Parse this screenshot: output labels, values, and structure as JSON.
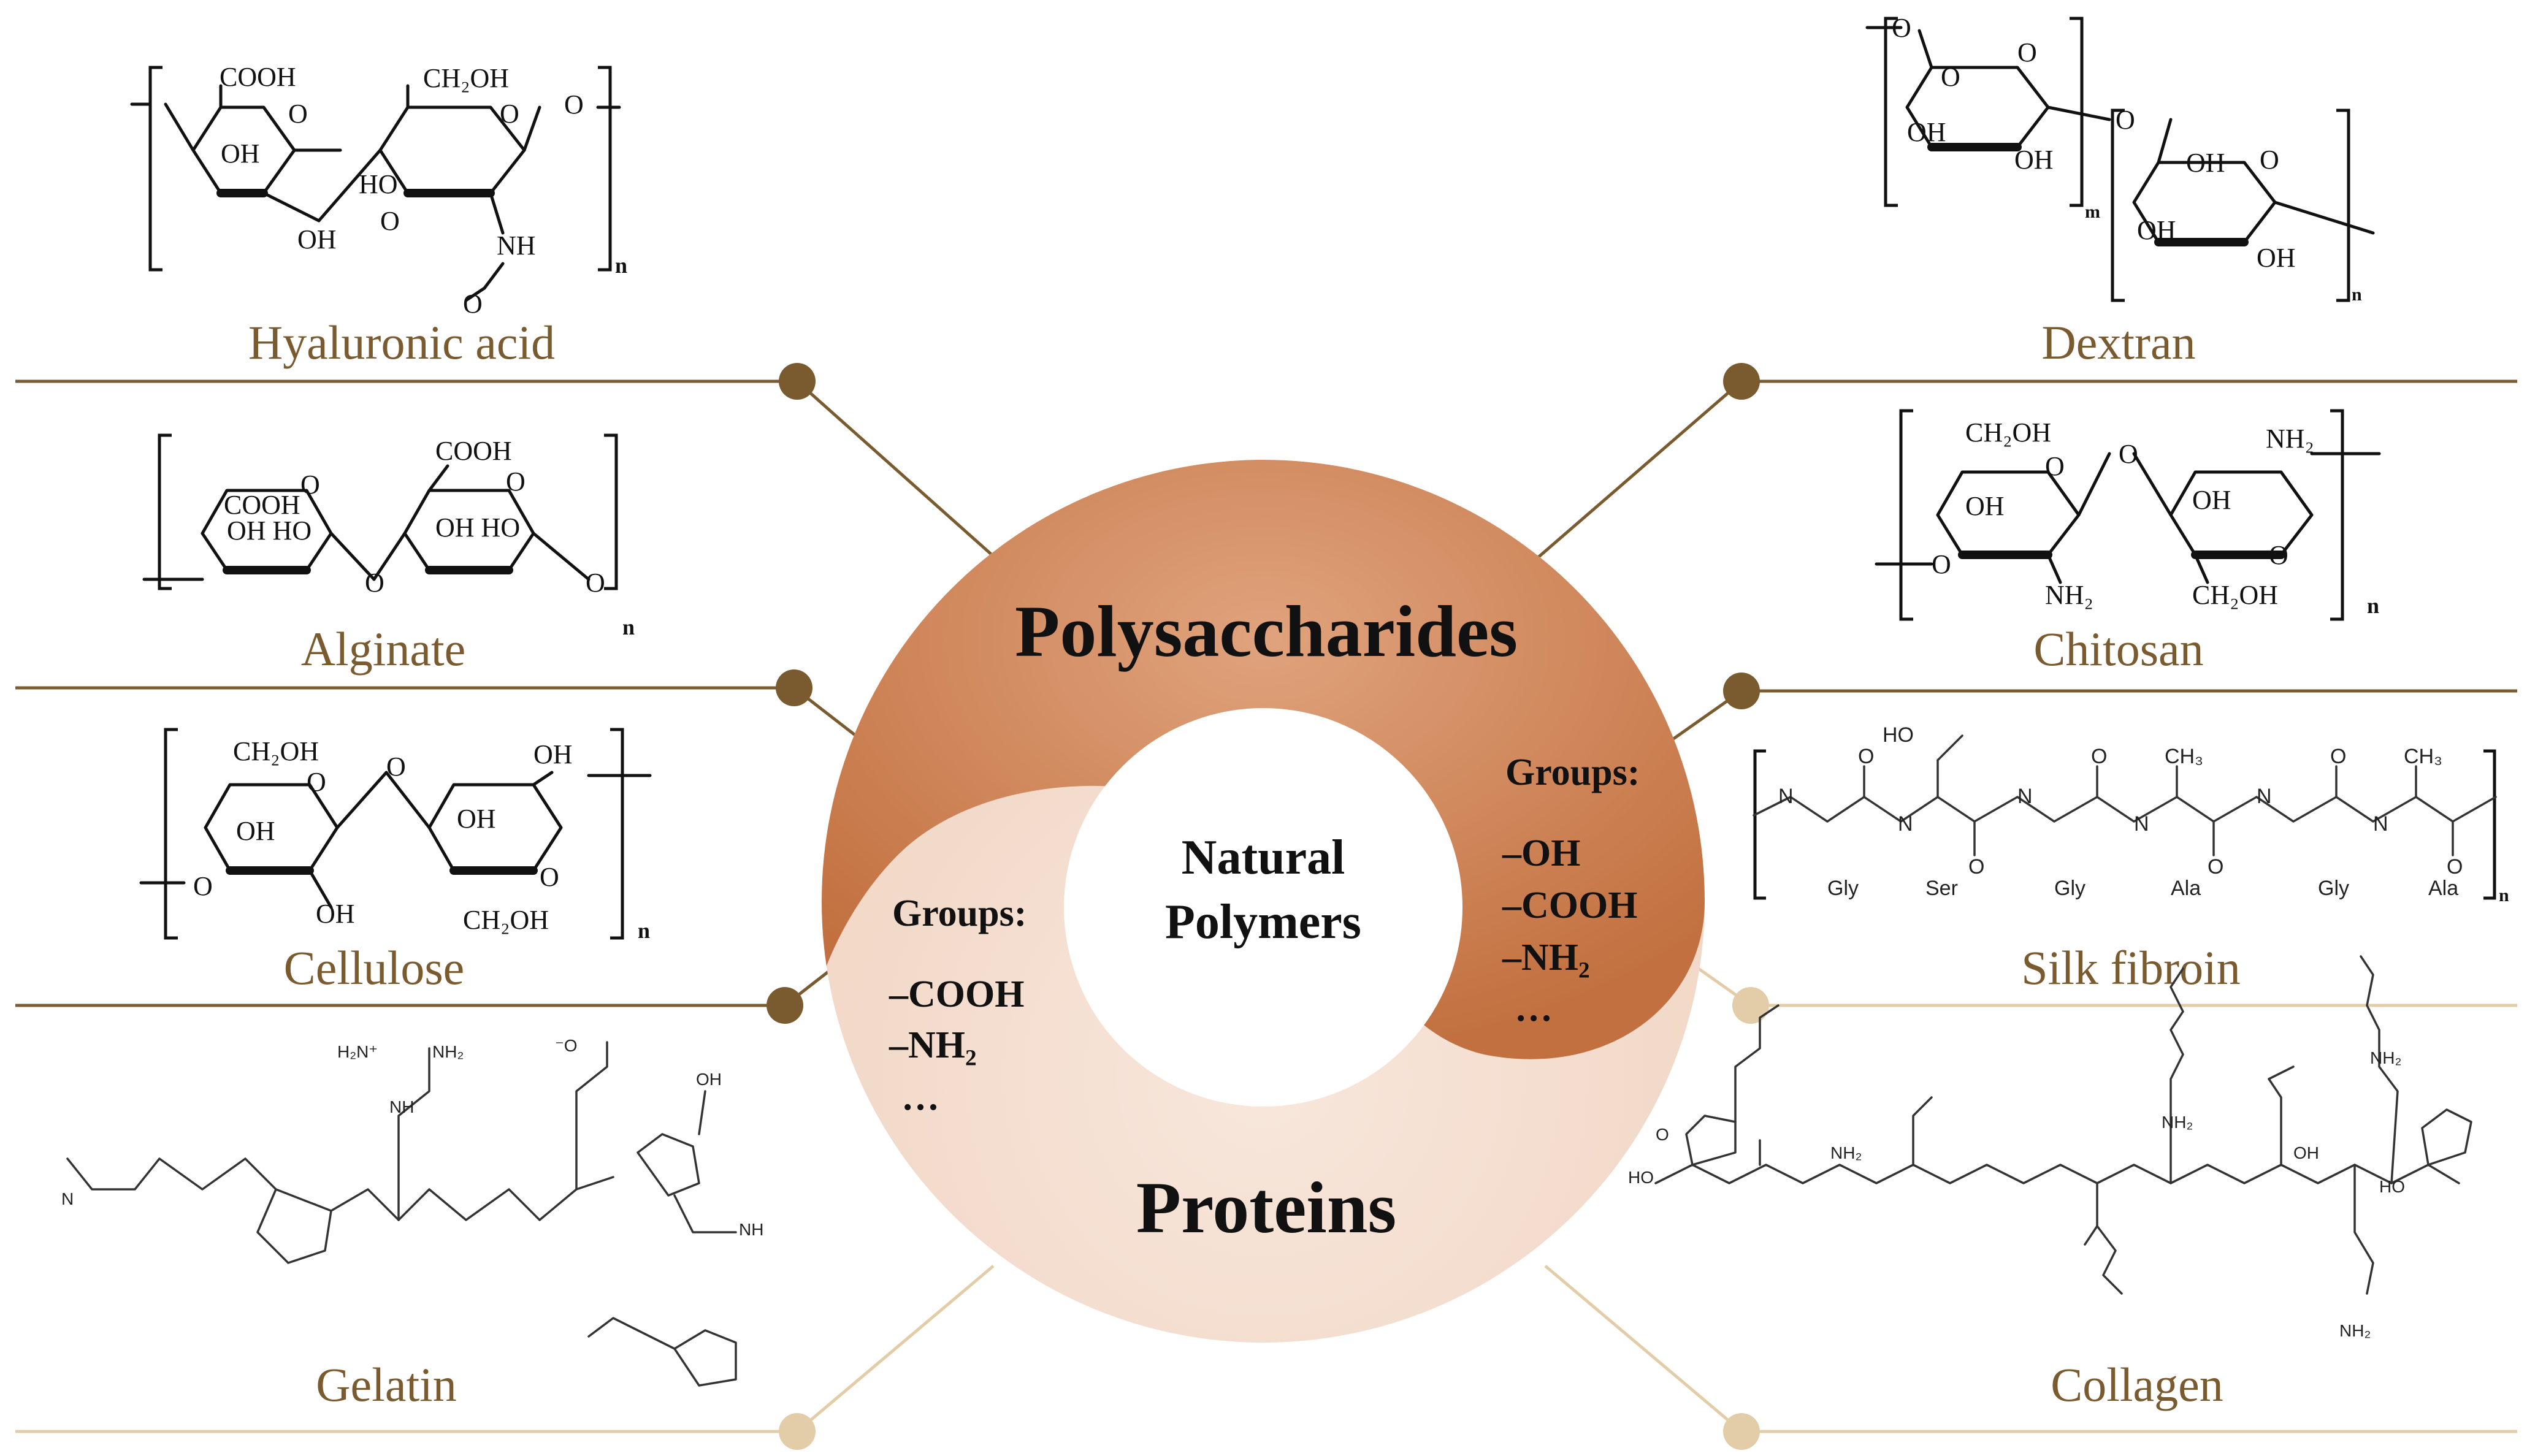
{
  "diagram": {
    "center": {
      "title_lines": [
        "Natural",
        "Polymers"
      ],
      "top_label": "Polysaccharides",
      "bottom_label": "Proteins",
      "top_groups": {
        "heading": "Groups:",
        "items": [
          "–OH",
          "–COOH",
          "–NH₂",
          "…"
        ]
      },
      "bottom_groups": {
        "heading": "Groups:",
        "items": [
          "–COOH",
          "–NH₂",
          "…"
        ]
      }
    },
    "polymers": {
      "hyaluronic_acid": "Hyaluronic acid",
      "alginate": "Alginate",
      "cellulose": "Cellulose",
      "gelatin": "Gelatin",
      "dextran": "Dextran",
      "chitosan": "Chitosan",
      "silk_fibroin": "Silk fibroin",
      "collagen": "Collagen"
    },
    "chem_text": {
      "cooh": "COOH",
      "ch2oh": "CH₂OH",
      "oh": "OH",
      "ho": "HO",
      "o": "O",
      "nh": "NH",
      "nh2": "NH₂",
      "n": "n",
      "m": "m",
      "oh_ho": "OH HO",
      "h_n": "N",
      "h": "H",
      "ch3": "CH₃",
      "gly": "Gly",
      "ser": "Ser",
      "ala": "Ala",
      "guanidinium": "H₂N⁺",
      "carboxylate": "⁻O",
      "oh_acid": "OH"
    },
    "colors": {
      "dark_accent": "#7a5a2f",
      "light_accent": "#e2cda8",
      "ring_dark": "#c97a4a",
      "ring_light": "#f2dccb",
      "label_text": "#7a5a2f"
    }
  }
}
